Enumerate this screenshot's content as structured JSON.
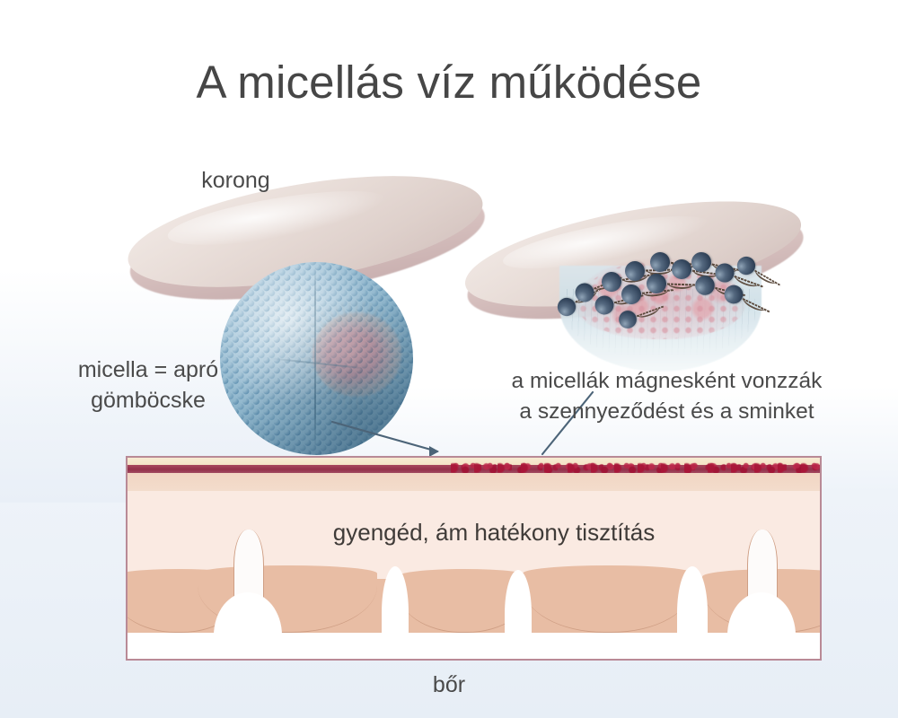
{
  "title": "A micellás víz működése",
  "labels": {
    "pad": "korong",
    "micelle_definition": "micella = apró\ngömböcske",
    "attraction": "a micellák mágnesként vonzzák\na szennyeződést és a sminket",
    "cleansing": "gyengéd, ám hatékony tisztítás",
    "skin": "bőr"
  },
  "colors": {
    "background": "#ffffff",
    "background_wash": "#e7eef6",
    "title_text": "#464646",
    "body_text": "#4a4a4a",
    "cotton_pad_top": "#e9ded9",
    "cotton_pad_side": "#cdb6b6",
    "micelle_sphere": "#8fb6cc",
    "micelle_head": "#33455c",
    "micelle_tail": "#5b4a3d",
    "dirt_core": "#e2a5ad",
    "skin_border": "#b98a96",
    "skin_cream": "#f4e3c6",
    "skin_maroon": "#93304a",
    "skin_peach": "#f2d6c3",
    "skin_pale": "#faeae2",
    "skin_dermis": "#e8bda4",
    "skin_base": "#ffffff",
    "dirt_residue": "#a9143a",
    "arrow": "#4c6478"
  },
  "diagram": {
    "type": "illustration",
    "subject": "micellar water cleansing mechanism",
    "elements": [
      {
        "name": "cotton-pad-left",
        "label": "korong"
      },
      {
        "name": "micelle-sphere",
        "label": "micella = apró gömböcske"
      },
      {
        "name": "cotton-pad-right",
        "label": ""
      },
      {
        "name": "micelle-cutaway",
        "label": "a micellák mágnesként vonzzák a szennyeződést és a sminket"
      },
      {
        "name": "skin-cross-section",
        "label": "bőr"
      },
      {
        "name": "cleansing-caption",
        "label": "gyengéd, ám hatékony tisztítás"
      }
    ],
    "surfactant_count": 15,
    "papillae_count": 5,
    "follicle_count": 2
  }
}
